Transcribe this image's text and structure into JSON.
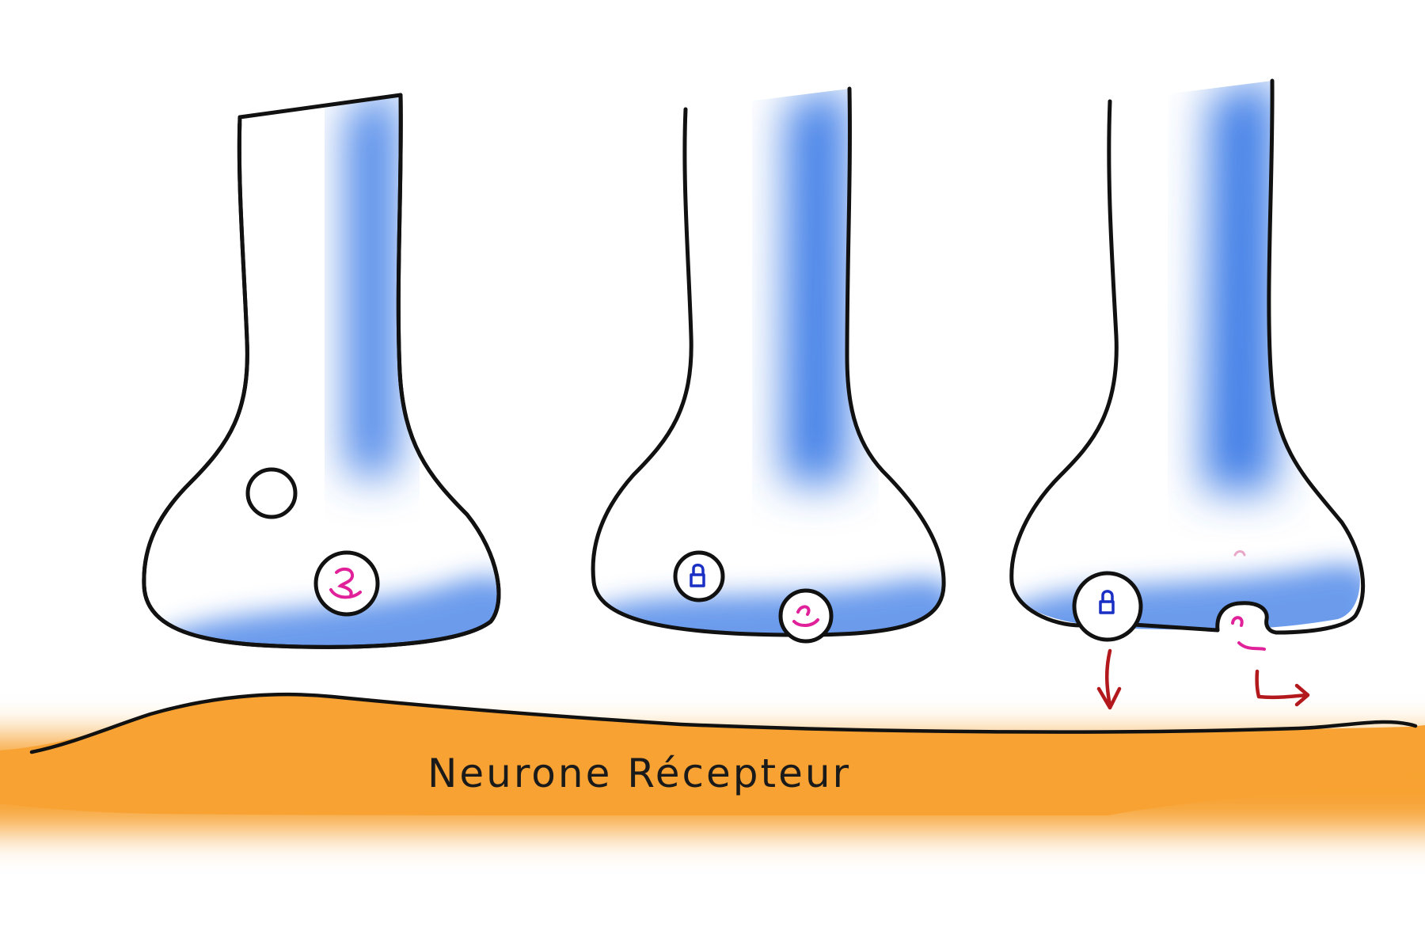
{
  "receptor_label": "Neurone Récepteur",
  "colors": {
    "outline": "#111111",
    "axon_blue": "#3b7ae6",
    "receptor_orange": "#f7a233",
    "vesicle_lock": "#1a2fc4",
    "neurotransmitter": "#e0219a",
    "arrow": "#b3191c"
  },
  "terminals": [
    {
      "name": "terminal-resting",
      "vesicles": [
        {
          "kind": "empty"
        },
        {
          "kind": "neurotransmitter",
          "icon": "neurotransmitter-icon"
        }
      ]
    },
    {
      "name": "terminal-docking",
      "vesicles": [
        {
          "kind": "lock",
          "icon": "padlock-icon"
        },
        {
          "kind": "neurotransmitter",
          "icon": "neurotransmitter-icon"
        }
      ]
    },
    {
      "name": "terminal-release",
      "vesicles": [
        {
          "kind": "lock",
          "icon": "padlock-icon",
          "arrow": "down-arrow-icon"
        },
        {
          "kind": "neurotransmitter-released",
          "icon": "neurotransmitter-icon",
          "arrow": "release-arrow-icon"
        }
      ]
    }
  ]
}
